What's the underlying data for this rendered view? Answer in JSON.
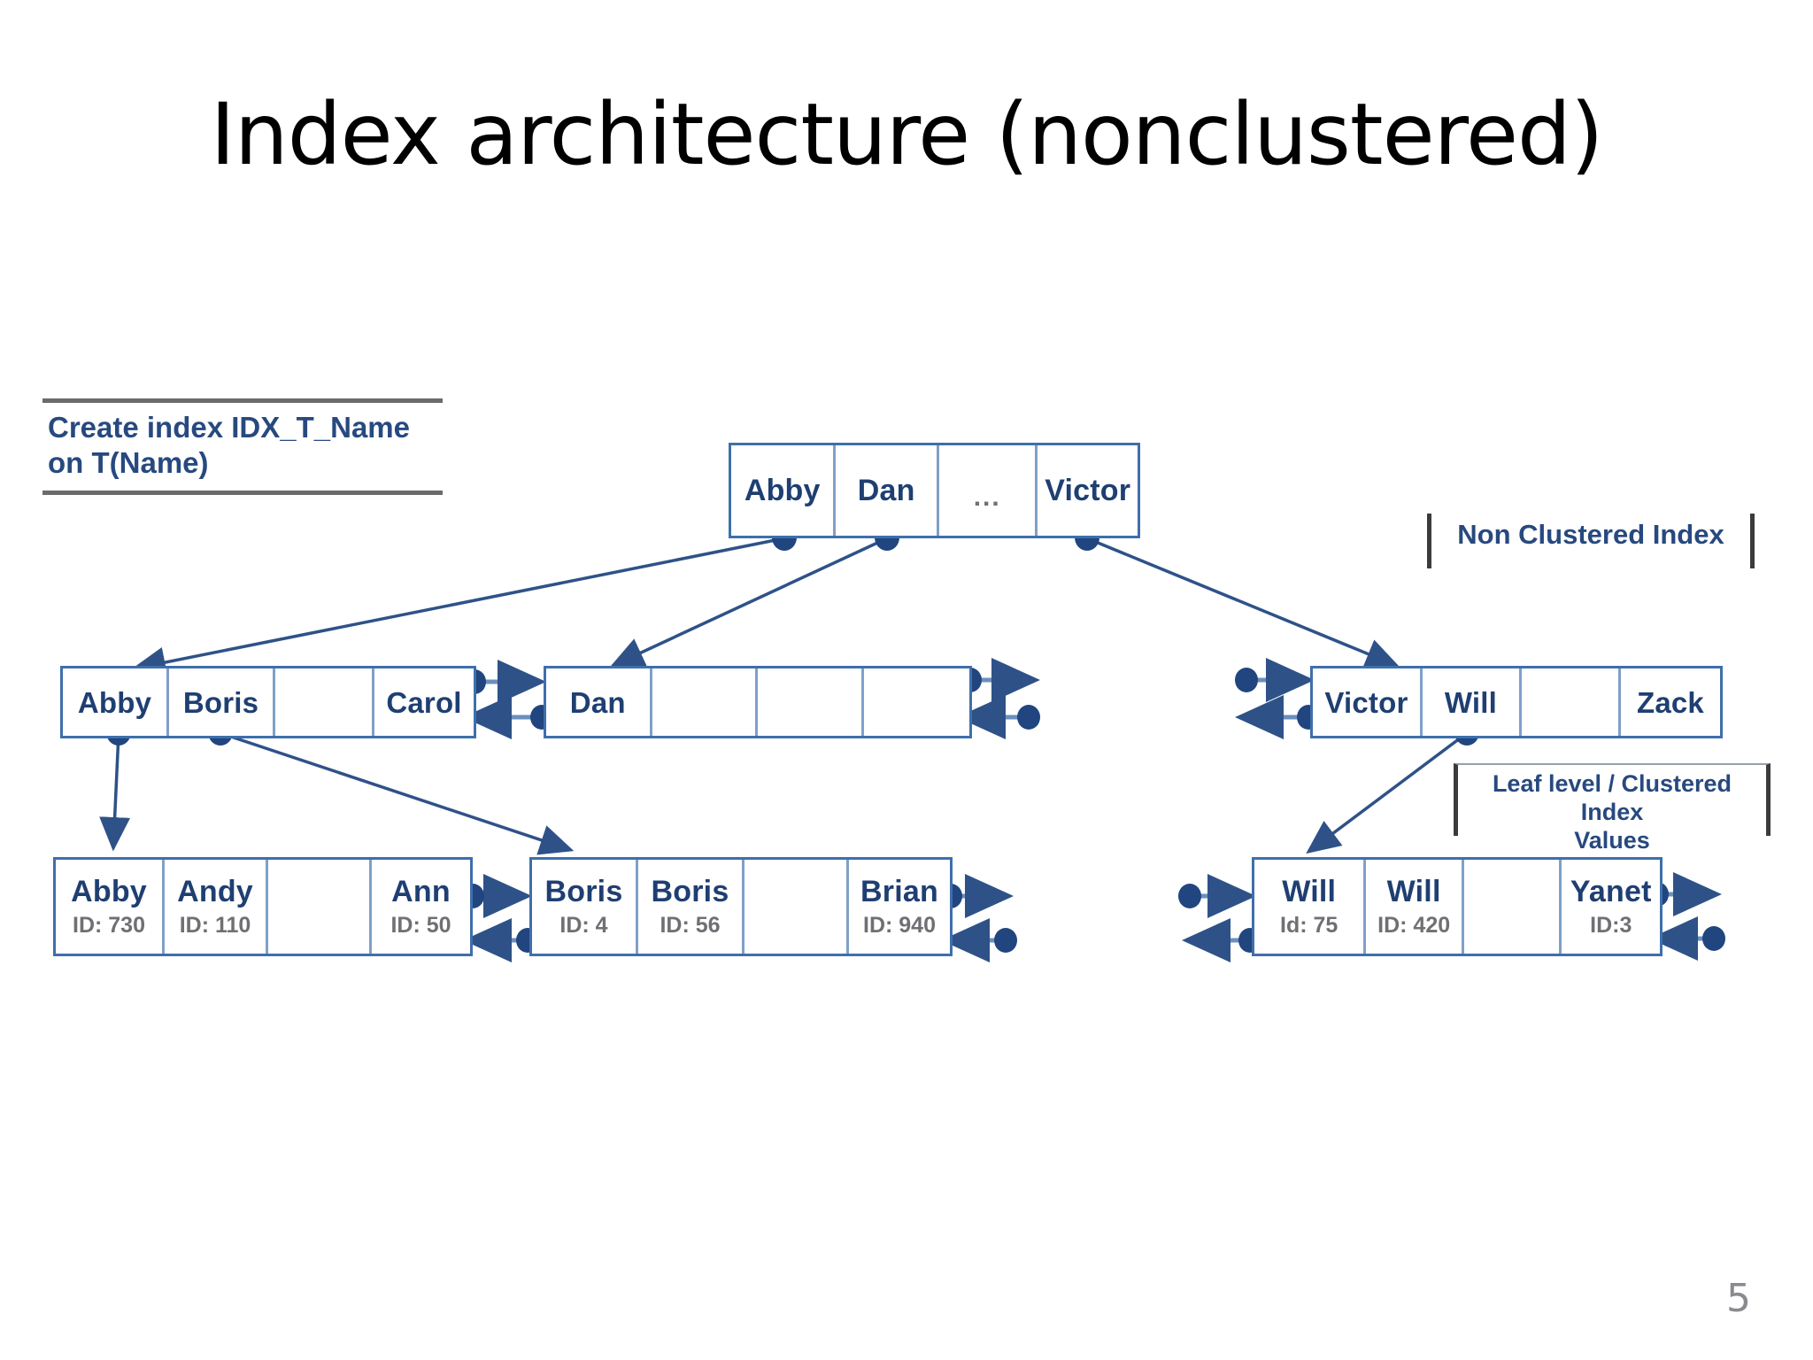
{
  "slide": {
    "title": "Index architecture (nonclustered)",
    "page_number": "5",
    "colors": {
      "node_border": "#3f6fab",
      "cell_divider": "#7fa0c8",
      "text_blue": "#1f3f72",
      "caption_blue": "#27497f",
      "id_grey": "#6f6f74",
      "connector": "#2e5288",
      "page_grey": "#8a8a8f"
    }
  },
  "annotation": {
    "line1": "Create index IDX_T_Name",
    "line2": "on T(Name)"
  },
  "captions": {
    "non_clustered_index": "Non Clustered Index",
    "leaf_level_line1": "Leaf level / Clustered Index",
    "leaf_level_line2": "Values"
  },
  "tree": {
    "root": {
      "label": "root-node",
      "cells": [
        {
          "name": "Abby",
          "id": ""
        },
        {
          "name": "Dan",
          "id": ""
        },
        {
          "name": "...",
          "id": ""
        },
        {
          "name": "Victor",
          "id": ""
        }
      ]
    },
    "intermediate": [
      {
        "label": "intermediate-node-abby",
        "cells": [
          {
            "name": "Abby",
            "id": ""
          },
          {
            "name": "Boris",
            "id": ""
          },
          {
            "name": "",
            "id": ""
          },
          {
            "name": "Carol",
            "id": ""
          }
        ]
      },
      {
        "label": "intermediate-node-dan",
        "cells": [
          {
            "name": "Dan",
            "id": ""
          },
          {
            "name": "",
            "id": ""
          },
          {
            "name": "",
            "id": ""
          },
          {
            "name": "",
            "id": ""
          }
        ]
      },
      {
        "label": "intermediate-node-victor",
        "cells": [
          {
            "name": "Victor",
            "id": ""
          },
          {
            "name": "Will",
            "id": ""
          },
          {
            "name": "",
            "id": ""
          },
          {
            "name": "Zack",
            "id": ""
          }
        ]
      }
    ],
    "leaves": [
      {
        "label": "leaf-node-abby",
        "cells": [
          {
            "name": "Abby",
            "id": "ID: 730"
          },
          {
            "name": "Andy",
            "id": "ID: 110"
          },
          {
            "name": "",
            "id": ""
          },
          {
            "name": "Ann",
            "id": "ID: 50"
          }
        ]
      },
      {
        "label": "leaf-node-boris",
        "cells": [
          {
            "name": "Boris",
            "id": "ID: 4"
          },
          {
            "name": "Boris",
            "id": "ID: 56"
          },
          {
            "name": "",
            "id": ""
          },
          {
            "name": "Brian",
            "id": "ID: 940"
          }
        ]
      },
      {
        "label": "leaf-node-will",
        "cells": [
          {
            "name": "Will",
            "id": "Id: 75"
          },
          {
            "name": "Will",
            "id": "ID: 420"
          },
          {
            "name": "",
            "id": ""
          },
          {
            "name": "Yanet",
            "id": "ID:3"
          }
        ]
      }
    ]
  }
}
